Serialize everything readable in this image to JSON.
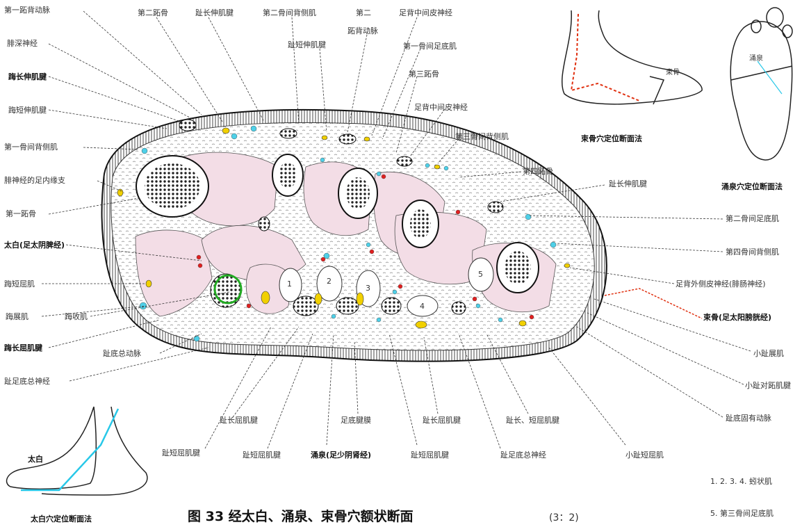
{
  "labels": {
    "l1": "第一跖背动脉",
    "l2": "腓深神经",
    "l3": "踇长伸肌腱",
    "l4": "踇短伸肌腱",
    "l5": "第一骨间背侧肌",
    "l6": "腓神经的足内缘支",
    "l7": "第一跖骨",
    "l8": "太白(足太阴脾经)",
    "l9": "踇短屈肌",
    "l10": "踇展肌",
    "l11": "踇收肌",
    "l12": "踇长屈肌腱",
    "l13": "趾底总动脉",
    "l14": "趾足底总神经",
    "t1": "第二跖骨",
    "t2": "趾长伸肌腱",
    "t3": "第二骨间背侧肌",
    "t4a": "第二",
    "t4b": "跖背动脉",
    "t5": "足背中间皮神经",
    "t6": "趾短伸肌腱",
    "t7": "第一骨间足底肌",
    "t8": "第三跖骨",
    "t9": "足背中间皮神经",
    "t10": "第三骨间背侧肌",
    "t11": "第四跖骨",
    "r1": "趾长伸肌腱",
    "r2": "第二骨间足底肌",
    "r3": "第四骨间背侧肌",
    "r4": "足背外侧皮神经(腓肠神经)",
    "r5": "束骨(足太阳膀胱经)",
    "r6": "小趾展肌",
    "r7": "小趾对跖肌腱",
    "r8": "趾底固有动脉",
    "r9": "小趾短屈肌",
    "b1": "趾长屈肌腱",
    "b2": "足底腱膜",
    "b3": "趾长屈肌腱",
    "b4": "趾长、短屈肌腱",
    "b5": "趾短屈肌腱",
    "b6": "趾短屈肌腱",
    "b7": "涌泉(足少阴肾经)",
    "b8": "趾短屈肌腱",
    "b9": "趾足底总神经",
    "ins_shugu": "束骨",
    "ins_shugu_cap": "束骨穴定位断面法",
    "ins_yongquan": "涌泉",
    "ins_yongquan_cap": "涌泉穴定位断面法",
    "ins_taibai": "太白",
    "ins_taibai_cap": "太白穴定位断面法",
    "legend1": "1. 2. 3. 4. 蚓状肌",
    "legend2": "5. 第三骨间足底肌",
    "num1": "1",
    "num2": "2",
    "num3": "3",
    "num4": "4",
    "num5": "5"
  },
  "figure": {
    "title": "图 33   经太白、涌泉、束骨穴额状断面",
    "scale": "(3：2)"
  },
  "colors": {
    "muscle": "#f3dde6",
    "vessel_cyan": "#4fd0e8",
    "vessel_yellow": "#f1d000",
    "vessel_red": "#e02020",
    "acupoint_ring": "#22aa22",
    "shugu_line": "#e03010",
    "taibai_line": "#28c8e8"
  }
}
